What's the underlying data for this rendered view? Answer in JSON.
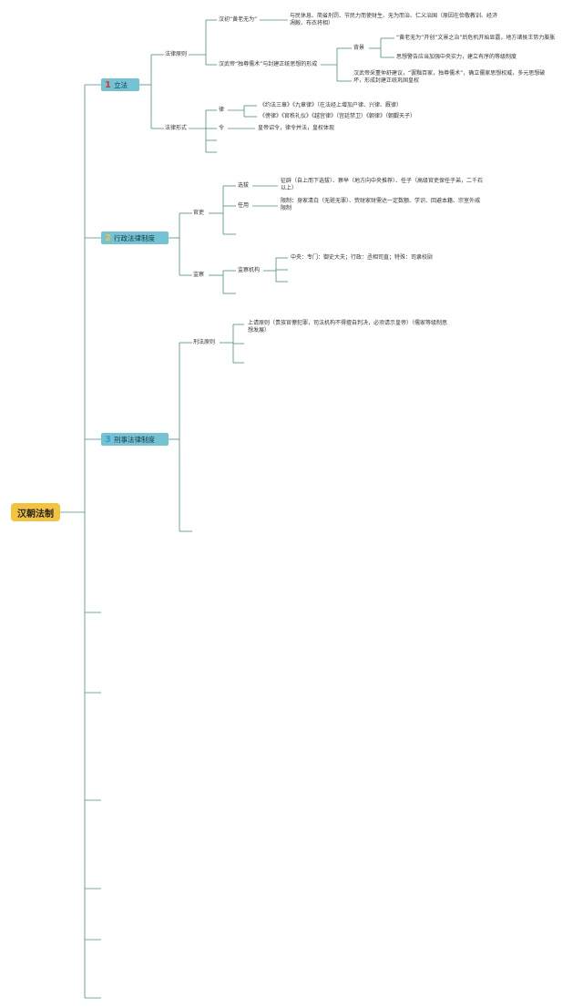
{
  "root": {
    "label": "汉朝法制"
  },
  "colors": {
    "line": "#4a8f82",
    "root_bg": "#f3c33f",
    "cat_bg": "#73c3d4",
    "num1": "#e03131",
    "num2": "#f3c33f",
    "num3": "#2f9fd8"
  },
  "branches": [
    {
      "number": "1",
      "label": "立法",
      "children": [
        {
          "label": "法律原则",
          "items": [
            {
              "label": "汉初“黄老无为”",
              "detail": "与民休息、简省刑罚、节民力而使财生、无为而治、仁义治国（原因在俭敬教训、经济凋敝、布衣将相）"
            },
            {
              "label": "汉武帝“独尊儒术”与封建正统思想的形成",
              "sub": [
                {
                  "label": "背景",
                  "points": [
                    "“黄老无为”开创“文景之治”后危机开始显露，地方诸侯王势力膨胀",
                    "思想警告应当加强中央实力，建立有序的等级制度"
                  ]
                },
                {
                  "label": "",
                  "points": [
                    "汉武帝采董仲舒建议，“罢黜百家，独尊儒术”，确立儒家思想权威，多元思想破坏，形成封建正统巩固皇权"
                  ]
                }
              ]
            }
          ]
        },
        {
          "label": "法律形式",
          "items": [
            {
              "label": "律",
              "lines": [
                "《约法三章》《九章律》（在法经上增加户律、兴律、厩律）",
                "《傍律》《官秩礼仪》《越宫律》（宫廷禁卫）《朝律》（朝觐天子）"
              ]
            },
            {
              "label": "令",
              "detail": "皇帝诏令，律令并法，皇权体现"
            }
          ]
        }
      ]
    },
    {
      "number": "2",
      "label": "行政法律制度",
      "children": [
        {
          "label": "官吏",
          "items": [
            {
              "label": "选拔",
              "detail": "征辟（自上而下选拔）、察举（地方向中央推荐）、任子（高级官吏保任子弟，二千石以上）"
            },
            {
              "label": "任用",
              "detail": "限制：身家清白（无赃无罪）、赀财家财需达一定数额、学识、回避本籍、宗室外戚限制"
            }
          ]
        },
        {
          "label": "监察",
          "items": [
            {
              "label": "监察机构",
              "detail": "中央：专门：御史大夫；行政：丞相司直；特殊：司隶校尉"
            }
          ]
        }
      ]
    },
    {
      "number": "3",
      "label": "刑事法律制度",
      "children": [
        {
          "label": "刑法原则",
          "items": [
            {
              "label": "",
              "detail": "上请原则（贵族官僚犯罪，司法机构不得擅自判决，必须请示皇帝）（儒家等级制思想发展）"
            }
          ]
        }
      ]
    }
  ]
}
